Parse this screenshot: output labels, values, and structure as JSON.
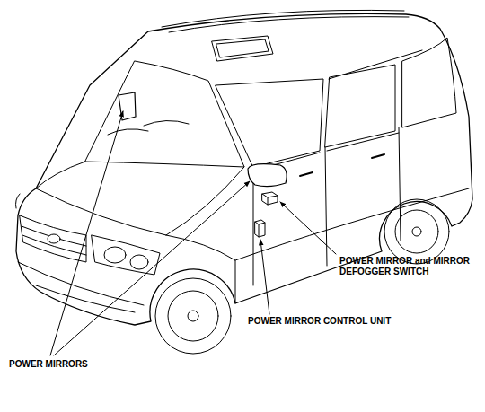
{
  "diagram": {
    "labels": [
      "POWER MIRROR and MIRROR DEFOGGER SWITCH",
      "POWER MIRROR CONTROL UNIT",
      "POWER MIRRORS"
    ]
  }
}
